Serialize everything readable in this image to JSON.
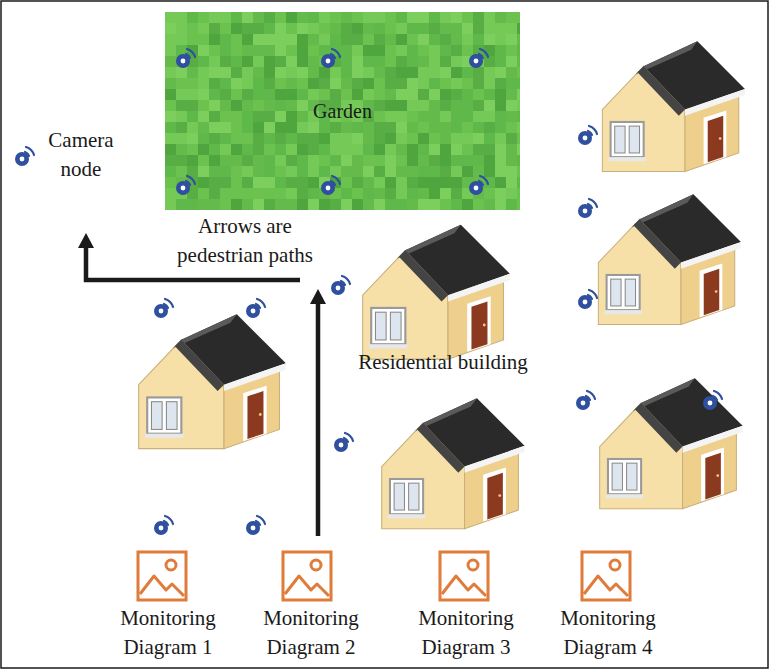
{
  "diagram": {
    "nodes": [
      {
        "text": [
          "Garden"
        ]
      }
    ],
    "edges": [],
    "labels": [
      "Camera node",
      "Arrows are pedestrian paths",
      "Residential building",
      "Monitoring Diagram 1",
      "Monitoring Diagram 2",
      "Monitoring Diagram 3",
      "Monitoring Diagram 4"
    ]
  }
}
